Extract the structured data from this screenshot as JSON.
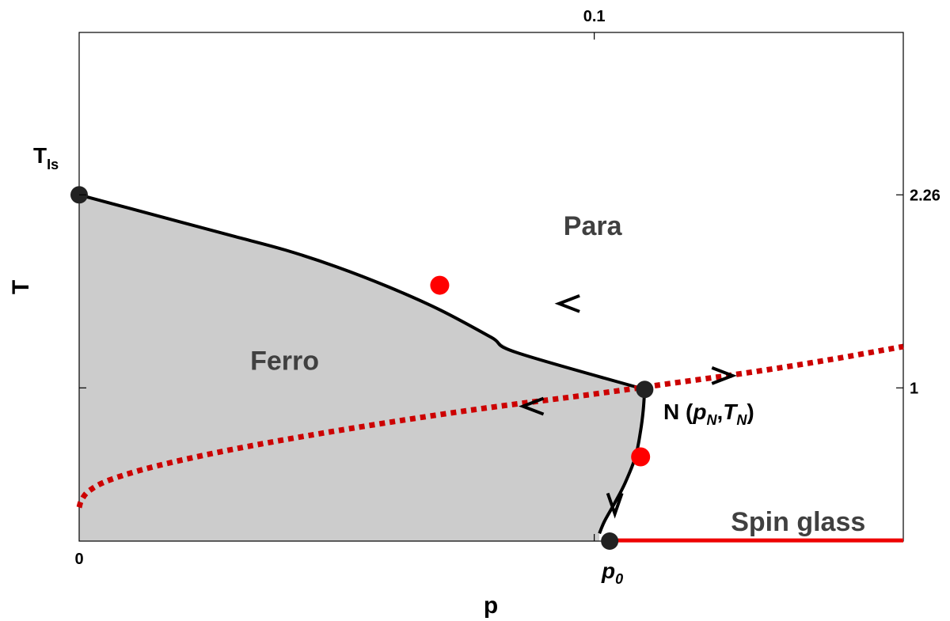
{
  "chart_data": {
    "type": "line",
    "xlabel": "p",
    "ylabel": "T",
    "xlim": [
      0,
      0.16
    ],
    "ylim": [
      0,
      3.32
    ],
    "x_ticks_bottom": [
      {
        "value": 0,
        "label": "0"
      }
    ],
    "x_ticks_top": [
      {
        "value": 0.1,
        "label": "0.1"
      }
    ],
    "y_ticks_right": [
      {
        "value": 2.26,
        "label": "2.26"
      },
      {
        "value": 1,
        "label": "1"
      }
    ],
    "grid": false,
    "regions": [
      {
        "name": "Ferro",
        "fill": "#cccccc"
      },
      {
        "name": "Para"
      },
      {
        "name": "Spin glass"
      }
    ],
    "region_labels": [
      {
        "text": "Para",
        "x": 0.0997,
        "y": 2.06
      },
      {
        "text": "Ferro",
        "x": 0.0399,
        "y": 1.18
      },
      {
        "text": "Spin glass",
        "x": 0.1396,
        "y": 0.13
      }
    ],
    "series": [
      {
        "kind": "phase-boundary-upper",
        "color": "#000000",
        "style": "solid",
        "x": [
          0,
          0.01,
          0.02,
          0.03,
          0.04,
          0.05,
          0.06,
          0.07,
          0.08,
          0.085,
          0.09,
          0.094,
          0.097,
          0.099,
          0.1
        ],
        "y": [
          2.26,
          2.17,
          2.08,
          1.99,
          1.9,
          1.79,
          1.66,
          1.51,
          1.33,
          1.23,
          1.11,
          0.99,
          0.86,
          0.74,
          0.62
        ]
      },
      {
        "kind": "phase-boundary-lower",
        "color": "#000000",
        "style": "solid",
        "x": [
          0.1098,
          0.1095,
          0.109,
          0.108,
          0.106,
          0.104,
          0.102,
          0.101
        ],
        "y": [
          0.99,
          0.85,
          0.72,
          0.55,
          0.38,
          0.25,
          0.13,
          0.05
        ]
      },
      {
        "kind": "nishimori-line",
        "color": "#cc0000",
        "style": "dotted",
        "x": [
          0,
          0.0005,
          0.002,
          0.006,
          0.015,
          0.03,
          0.05,
          0.075,
          0.1,
          0.115,
          0.13,
          0.145,
          0.16
        ],
        "y": [
          0.22,
          0.27,
          0.33,
          0.4,
          0.49,
          0.6,
          0.72,
          0.85,
          0.96,
          1.03,
          1.1,
          1.18,
          1.27
        ]
      },
      {
        "kind": "spin-glass-boundary",
        "color": "#ee0000",
        "style": "solid",
        "x": [
          0.103,
          0.16
        ],
        "y": [
          0.02,
          0.02
        ]
      }
    ],
    "points": [
      {
        "name": "T_Is",
        "x": 0,
        "y": 2.26,
        "color": "#222222"
      },
      {
        "name": "N",
        "x": 0.1098,
        "y": 0.99,
        "color": "#222222"
      },
      {
        "name": "p_0",
        "x": 0.103,
        "y": 0.0,
        "color": "#222222"
      },
      {
        "name": "red-upper",
        "x": 0.07,
        "y": 1.67,
        "color": "#ff0000"
      },
      {
        "name": "red-lower",
        "x": 0.109,
        "y": 0.55,
        "color": "#ff0000"
      }
    ],
    "arrows": [
      {
        "x": 0.095,
        "y": 1.55,
        "direction": "left"
      },
      {
        "x": 0.125,
        "y": 1.08,
        "direction": "right"
      },
      {
        "x": 0.088,
        "y": 0.88,
        "direction": "left"
      },
      {
        "x": 0.104,
        "y": 0.24,
        "direction": "down"
      }
    ],
    "annotations": {
      "t_is": {
        "text": "T",
        "sub": "Is"
      },
      "n_point": {
        "pre": "N (",
        "p": "p",
        "p_sub": "N",
        "comma": ",",
        "t": "T",
        "t_sub": "N",
        "post": ")"
      },
      "p0": {
        "text": "p",
        "sub": "0"
      }
    }
  }
}
